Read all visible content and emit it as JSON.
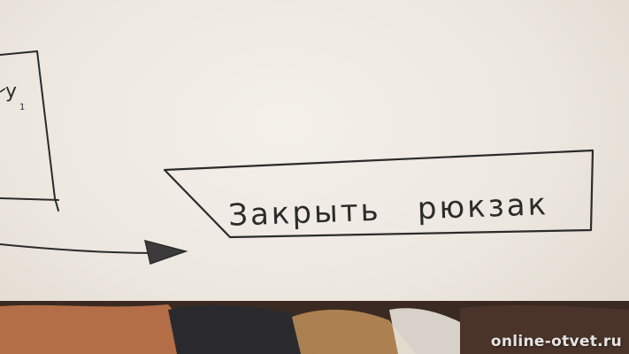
{
  "diagram": {
    "left_block_text": "y",
    "left_block_subscript": "1",
    "end_block_text": "Закрыть   рюкзак"
  },
  "watermark": "online-otvet.ru",
  "colors": {
    "paper": "#ece7df",
    "ink": "#2b2b2b",
    "background": "#3a2a22"
  }
}
